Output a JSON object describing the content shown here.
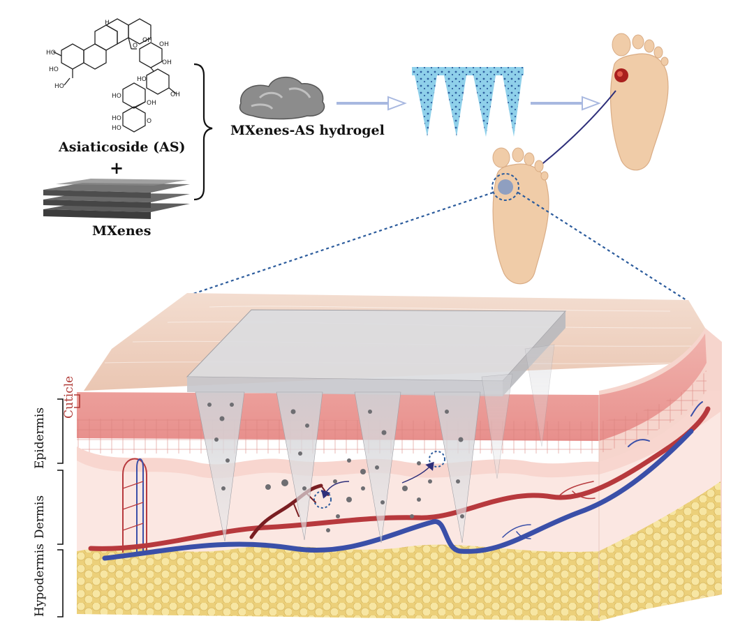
{
  "labels": {
    "asiaticoside": "Asiaticoside (AS)",
    "plus": "+",
    "mxenes": "MXenes",
    "hydrogel": "MXenes-AS hydrogel"
  },
  "layers": {
    "cuticle": "Cuticle",
    "epidermis": "Epidermis",
    "dermis": "Dermis",
    "hypodermis": "Hypodermis"
  },
  "colors": {
    "skin_top": "#eecdb9",
    "epidermis": "#ec9e9a",
    "dermis": "#fbe5e0",
    "fat": "#f2dc8a",
    "artery": "#b7393d",
    "vein": "#3a4fa8",
    "arrow": "#a8b8e0",
    "dotted_line": "#2b5b9c",
    "microneedle_blue": "#8fd0ea"
  },
  "icons": {
    "molecule": "asiaticoside-structure-icon",
    "sheets": "mxene-sheets-icon",
    "hydrogel": "hydrogel-blob-icon",
    "patch": "microneedle-patch-icon",
    "foot_wound": "foot-wound-icon",
    "foot_treated": "foot-treated-icon"
  }
}
